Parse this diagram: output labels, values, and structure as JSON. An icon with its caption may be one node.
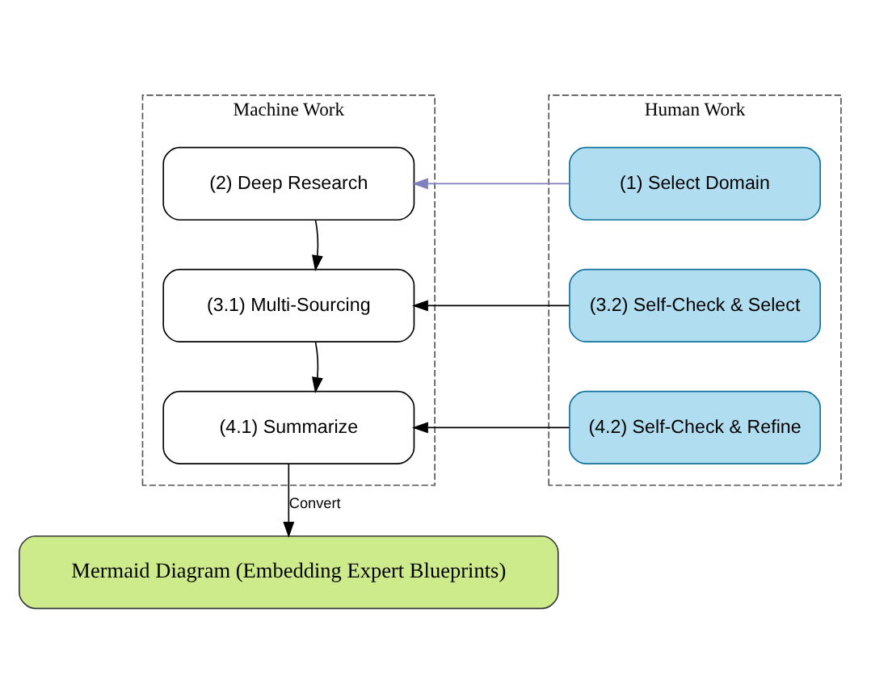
{
  "diagram": {
    "nodes": [
      {
        "text": [
          "Machine Work"
        ]
      },
      {
        "text": [
          "Human Work"
        ]
      },
      {
        "text": [
          "(2) Deep Research"
        ],
        "in": 0
      },
      {
        "text": [
          "(1) Select Domain"
        ],
        "in": 1
      },
      {
        "text": [
          "(3.1) Multi-Sourcing"
        ],
        "in": 0
      },
      {
        "text": [
          "(3.2) Self-Check & Select"
        ],
        "in": 1
      },
      {
        "text": [
          "(4.1) Summarize"
        ],
        "in": 0
      },
      {
        "text": [
          "(4.2) Self-Check & Refine"
        ],
        "in": 1
      },
      {
        "text": [
          "Mermaid Diagram (Embedding Expert Blueprints)"
        ]
      }
    ],
    "edges": [
      {
        "from": 3,
        "to": 2,
        "arrow": "to",
        "color": "#8080c0"
      },
      {
        "from": 2,
        "to": 4,
        "arrow": "to"
      },
      {
        "from": 5,
        "to": 4,
        "arrow": "to"
      },
      {
        "from": 4,
        "to": 6,
        "arrow": "to"
      },
      {
        "from": 7,
        "to": 6,
        "arrow": "to"
      },
      {
        "from": 6,
        "to": 8,
        "arrow": "to",
        "label": "Convert"
      }
    ]
  }
}
